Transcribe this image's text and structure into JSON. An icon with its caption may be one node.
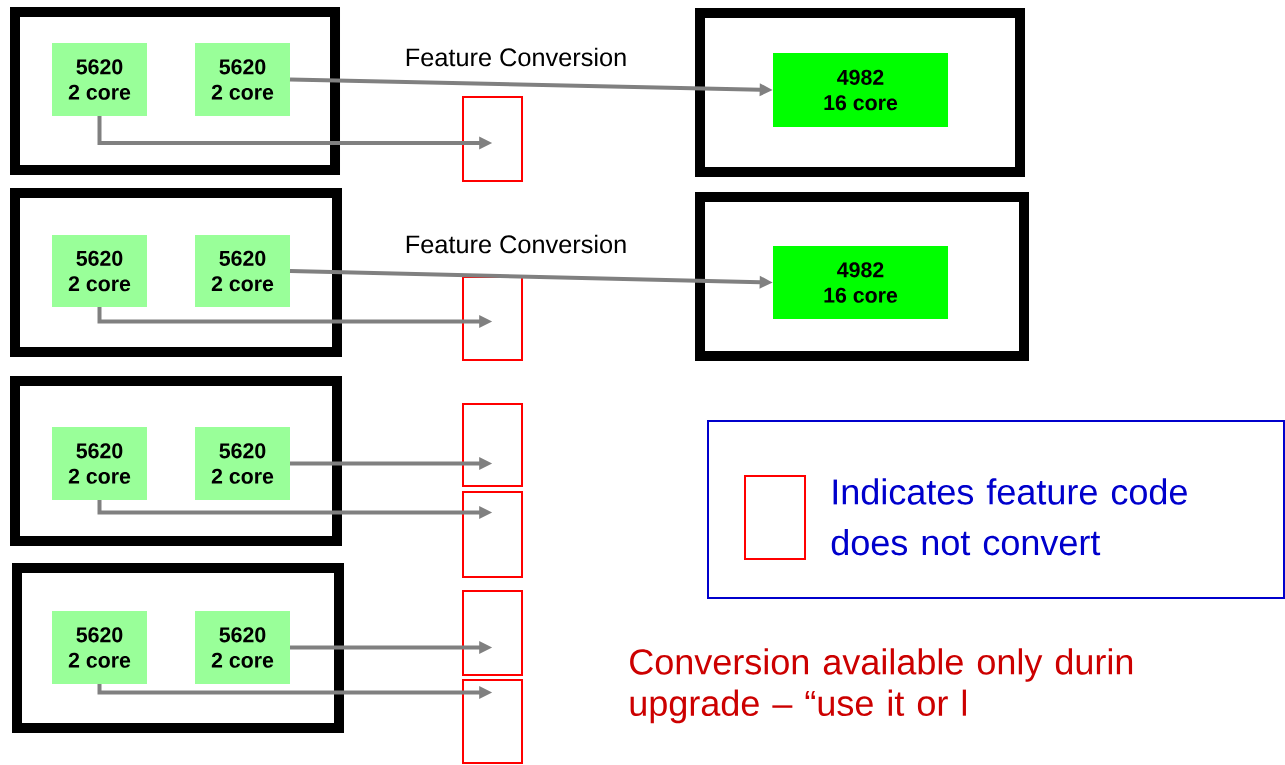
{
  "diagram": {
    "nodes": [
      {
        "text": [],
        "shape": "box"
      },
      {
        "text": [
          "5620",
          "2 core"
        ],
        "in": 0
      },
      {
        "text": [
          "5620",
          "2 core"
        ],
        "in": 0
      },
      {
        "text": [],
        "shape": "box"
      },
      {
        "text": [],
        "shape": "box"
      },
      {
        "text": [
          "4982",
          "16 core"
        ],
        "in": 4
      },
      {
        "text": [],
        "shape": "box"
      },
      {
        "text": [
          "5620",
          "2 core"
        ],
        "in": 6
      },
      {
        "text": [
          "5620",
          "2 core"
        ],
        "in": 6
      },
      {
        "text": [],
        "shape": "box"
      },
      {
        "text": [],
        "shape": "box"
      },
      {
        "text": [
          "4982",
          "16 core"
        ],
        "in": 10
      },
      {
        "text": [],
        "shape": "box"
      },
      {
        "text": [
          "5620",
          "2 core"
        ],
        "in": 12
      },
      {
        "text": [
          "5620",
          "2 core"
        ],
        "in": 12
      },
      {
        "text": [],
        "shape": "box"
      },
      {
        "text": [],
        "shape": "box"
      },
      {
        "text": [],
        "shape": "box"
      },
      {
        "text": [
          "5620",
          "2 core"
        ],
        "in": 17
      },
      {
        "text": [
          "5620",
          "2 core"
        ],
        "in": 17
      },
      {
        "text": [],
        "shape": "box"
      },
      {
        "text": [],
        "shape": "box"
      }
    ],
    "edges": [
      {
        "from": 2,
        "to": 5,
        "arrow": "to",
        "label": "Feature Conversion"
      },
      {
        "from": 1,
        "to": 3,
        "arrow": "to"
      },
      {
        "from": 8,
        "to": 11,
        "arrow": "to",
        "label": "Feature Conversion"
      },
      {
        "from": 7,
        "to": 9,
        "arrow": "to"
      },
      {
        "from": 14,
        "to": 15,
        "arrow": "to"
      },
      {
        "from": 13,
        "to": 16,
        "arrow": "to"
      },
      {
        "from": 19,
        "to": 20,
        "arrow": "to"
      },
      {
        "from": 18,
        "to": 21,
        "arrow": "to"
      }
    ],
    "labels": [
      "Conversion available only durin upgrade – “use it or l"
    ],
    "legend": [
      {
        "text": "Indicates feature code does not convert"
      }
    ]
  }
}
